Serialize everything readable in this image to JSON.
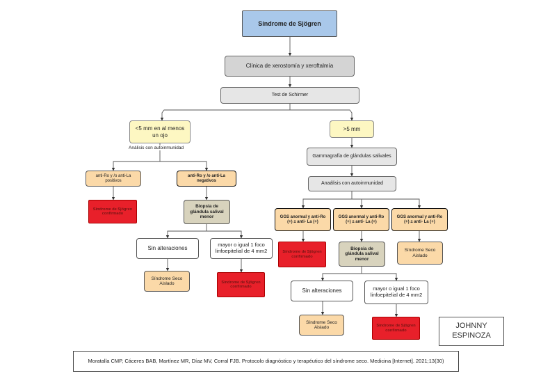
{
  "diagram": {
    "title": "Síndrome de Sjögren",
    "clinic": "Clínica de xerostomía y xeroftalmía",
    "schirmer": "Test de Schirmer",
    "left_branch": "<5 mm en al menos un ojo",
    "right_branch": ">5 mm",
    "left_edge_label": "Análisis con autoinmunidad",
    "anti_pos": "anti-Ro y /o anti-La positivos",
    "anti_neg": "anti-Ro y /o anti-La negativos",
    "confirmed_1": "Síndrome de Sjögren confirmado",
    "biopsy_1": "Biopsia de glándula salival menor",
    "no_changes_1": "Sin alteraciones",
    "focus_1": "mayor o igual 1 foco linfoepitelial de 4 mm2",
    "dry_1": "Síndrome Seco Aislado",
    "confirmed_2": "Síndrome de Sjögren confirmado",
    "gammagrafia": "Gammagrafía de glándulas salivales",
    "analysis_right": "Anaálisis con autoinmunidad",
    "ggs_a": "GGS anormal y anti-Ro (+) ± anti- La (+)",
    "ggs_b": "GGS anormal y anti-Ro (+) ± anti- La (+)",
    "ggs_c": "GGS anormal y anti-Ro (+) ± anti- La (+)",
    "confirmed_3": "Síndrome de Sjögren confirmado",
    "biopsy_2": "Biopsia de glándula salival menor",
    "dry_2": "Síndrome Seco Aislado",
    "no_changes_2": "Sin alteraciones",
    "focus_2": "mayor o igual 1 foco linfoepitelial de 4 mm2",
    "dry_3": "Síndrome Seco Aislado",
    "confirmed_4": "Síndrome de Sjögren confirmado"
  },
  "author": {
    "line1": "JOHNNY",
    "line2": "ESPINOZA"
  },
  "reference": {
    "text": "Moratalla CMP, Cáceres BAB, Martínez MR, Díaz MV, Corral FJB. Protocolo diagnóstico y terapéutico del síndrome seco. Medicina [Internet]. 2021;13(30)"
  }
}
